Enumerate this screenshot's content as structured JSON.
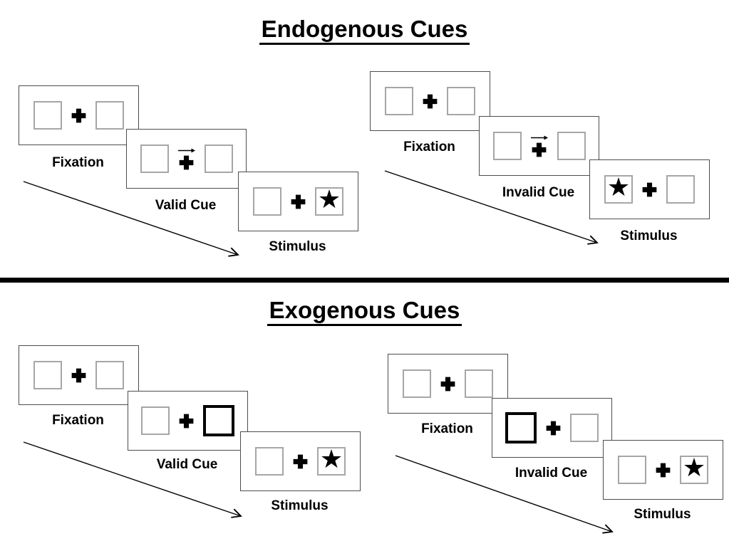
{
  "diagram": {
    "background": "#ffffff",
    "divider_color": "#000000",
    "panel_border_color": "#4d4d4d",
    "box_border_color": "#a6a6a6",
    "ink_color": "#000000"
  },
  "glyphs": {
    "star": "★"
  },
  "sections": [
    {
      "title": "Endogenous Cues",
      "groups": [
        {
          "name": "valid-trial",
          "cue_type": "central-arrow",
          "cue_direction": "right",
          "stimulus_side": "right",
          "panels": [
            {
              "label": "Fixation"
            },
            {
              "label": "Valid Cue"
            },
            {
              "label": "Stimulus"
            }
          ]
        },
        {
          "name": "invalid-trial",
          "cue_type": "central-arrow",
          "cue_direction": "right",
          "stimulus_side": "left",
          "panels": [
            {
              "label": "Fixation"
            },
            {
              "label": "Invalid Cue"
            },
            {
              "label": "Stimulus"
            }
          ]
        }
      ]
    },
    {
      "title": "Exogenous Cues",
      "groups": [
        {
          "name": "valid-trial",
          "cue_type": "peripheral-box",
          "cue_side": "right",
          "stimulus_side": "right",
          "panels": [
            {
              "label": "Fixation"
            },
            {
              "label": "Valid Cue"
            },
            {
              "label": "Stimulus"
            }
          ]
        },
        {
          "name": "invalid-trial",
          "cue_type": "peripheral-box",
          "cue_side": "left",
          "stimulus_side": "right",
          "panels": [
            {
              "label": "Fixation"
            },
            {
              "label": "Invalid Cue"
            },
            {
              "label": "Stimulus"
            }
          ]
        }
      ]
    }
  ]
}
